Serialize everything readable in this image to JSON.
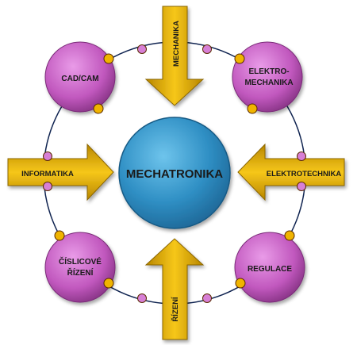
{
  "center": {
    "label": "MECHATRONIKA"
  },
  "nodes": {
    "cad_cam": "CAD/CAM",
    "elektromechanika_line1": "ELEKTRO-",
    "elektromechanika_line2": "MECHANIKA",
    "ciselnicove_line1": "ČÍSLICOVÉ",
    "ciselnicove_line2": "ŘÍZENÍ",
    "regulace": "REGULACE"
  },
  "arrows": {
    "top": "MECHANIKA",
    "left": "INFORMATIKA",
    "right": "ELEKTROTECHNIKA",
    "bottom": "ŘÍZENÍ"
  },
  "colors": {
    "center_fill": "#2f8fc4",
    "node_fill": "#b84fb4",
    "arrow_fill": "#e8b400",
    "connector_gold": "#f0b400",
    "connector_pink": "#d77fd6",
    "ring_stroke": "#0f2350"
  }
}
